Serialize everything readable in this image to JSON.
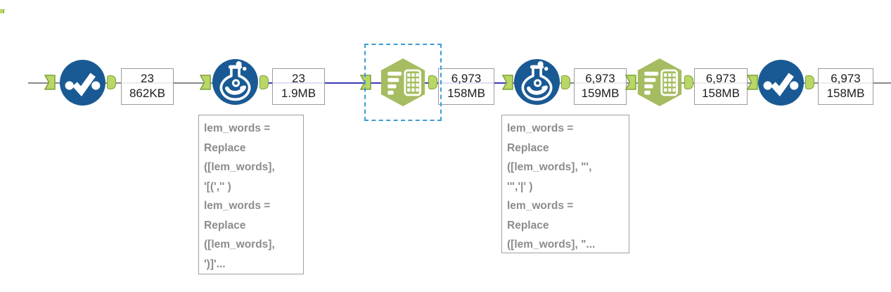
{
  "app": {
    "name": "workflow-canvas",
    "description_visible": ""
  },
  "colors": {
    "tool_blue": "#1a5a94",
    "hexagon_green": "#a5bc60",
    "anchor_green": "#b9d766",
    "anchor_border_green": "#7fa03c",
    "wire_gray": "#8a8a8a",
    "wire_selected_blue": "#3a3ab8",
    "selection_dashed_blue": "#3d9bd5",
    "annotation_text_gray": "#8c8c8c"
  },
  "nodes": [
    {
      "id": "unique-1",
      "tool": "unique",
      "icon": "check-dots-icon",
      "selected": false
    },
    {
      "id": "formula-1",
      "tool": "formula",
      "icon": "flask-icon",
      "selected": false
    },
    {
      "id": "summarize-1",
      "tool": "summarize",
      "icon": "summarize-table-icon",
      "selected": true
    },
    {
      "id": "formula-2",
      "tool": "formula",
      "icon": "flask-icon",
      "selected": false
    },
    {
      "id": "summarize-2",
      "tool": "summarize",
      "icon": "summarize-table-icon",
      "selected": false
    },
    {
      "id": "unique-2",
      "tool": "unique",
      "icon": "check-dots-icon",
      "selected": false
    }
  ],
  "counts": [
    {
      "records": "23",
      "size": "862KB"
    },
    {
      "records": "23",
      "size": "1.9MB"
    },
    {
      "records": "6,973",
      "size": "158MB"
    },
    {
      "records": "6,973",
      "size": "159MB"
    },
    {
      "records": "6,973",
      "size": "158MB"
    },
    {
      "records": "6,973",
      "size": "158MB"
    }
  ],
  "annotations": [
    {
      "text": "lem_words =\nReplace\n([lem_words],\n'[(','' )\nlem_words =\nReplace\n([lem_words],\n')]'..."
    },
    {
      "text": "lem_words =\nReplace\n([lem_words], \"',\n'\",'|' )\nlem_words =\nReplace\n([lem_words], \"..."
    }
  ]
}
